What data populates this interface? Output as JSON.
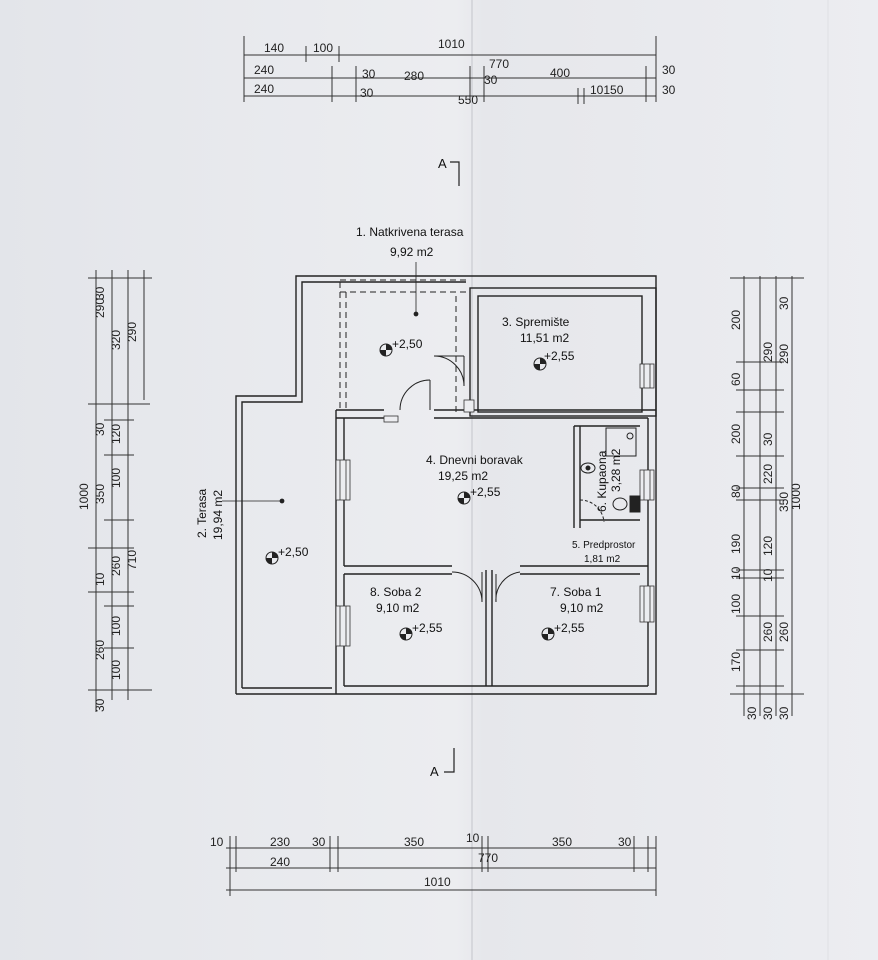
{
  "top_dims": {
    "row1": [
      "140",
      "100",
      "1010"
    ],
    "row2": [
      "240",
      "770"
    ],
    "row3": [
      "30",
      "280",
      "30",
      "400",
      "30"
    ],
    "row4": [
      "240",
      "30",
      "550",
      "10150",
      "30"
    ]
  },
  "section_marks": {
    "top": "A",
    "bottom": "A"
  },
  "rooms": {
    "terasa_natkrivena": {
      "name": "1. Natkrivena terasa",
      "area": "9,92 m2",
      "level": "+2,50"
    },
    "terasa": {
      "name": "2. Terasa",
      "area": "19,94 m2",
      "level": "+2,50"
    },
    "spremiste": {
      "name": "3. Spremište",
      "area": "11,51 m2",
      "level": "+2,55"
    },
    "boravak": {
      "name": "4. Dnevni boravak",
      "area": "19,25 m2",
      "level": "+2,55"
    },
    "predprostor": {
      "name": "5. Predprostor",
      "area": "1,81 m2"
    },
    "kupaona": {
      "name": "6. Kupaona",
      "area": "3,28 m2"
    },
    "soba1": {
      "name": "7. Soba 1",
      "area": "9,10 m2",
      "level": "+2,55"
    },
    "soba2": {
      "name": "8. Soba 2",
      "area": "9,10 m2",
      "level": "+2,55"
    }
  },
  "left_dims": {
    "col_inner": [
      "30",
      "290",
      "30",
      "350",
      "10",
      "260",
      "30"
    ],
    "col_mid": [
      "120",
      "100",
      "100",
      "100"
    ],
    "col_outer": [
      "320",
      "260",
      "710"
    ],
    "col_far": [
      "290"
    ],
    "total": "1000"
  },
  "right_dims": {
    "col_inner": [
      "200",
      "60",
      "200",
      "80",
      "190",
      "10",
      "100",
      "170",
      "30"
    ],
    "col_mid": [
      "290",
      "30",
      "220",
      "120",
      "10",
      "260",
      "30"
    ],
    "col_outer": [
      "30",
      "290",
      "350",
      "260",
      "30"
    ],
    "total": "1000"
  },
  "bottom_dims": {
    "row1": [
      "10",
      "230",
      "30",
      "350",
      "10",
      "350",
      "30"
    ],
    "row2": [
      "240",
      "770"
    ],
    "row3": [
      "1010"
    ]
  }
}
